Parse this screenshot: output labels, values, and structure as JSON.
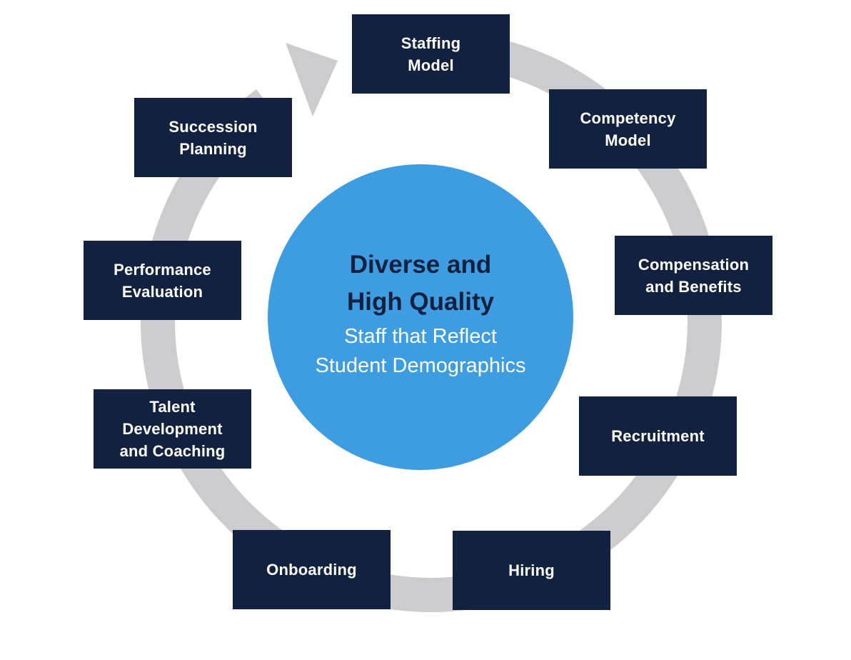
{
  "diagram": {
    "center": {
      "title": "Diverse and\nHigh Quality",
      "subtitle": "Staff that Reflect\nStudent Demographics"
    },
    "steps": [
      {
        "id": "staffing",
        "label": "Staffing\nModel"
      },
      {
        "id": "competency",
        "label": "Competency\nModel"
      },
      {
        "id": "compensation",
        "label": "Compensation\nand Benefits"
      },
      {
        "id": "recruitment",
        "label": "Recruitment"
      },
      {
        "id": "hiring",
        "label": "Hiring"
      },
      {
        "id": "onboarding",
        "label": "Onboarding"
      },
      {
        "id": "talent",
        "label": "Talent\nDevelopment\nand Coaching"
      },
      {
        "id": "performance",
        "label": "Performance\nEvaluation"
      },
      {
        "id": "succession",
        "label": "Succession\nPlanning"
      }
    ],
    "colors": {
      "box": "#12213f",
      "box_text": "#ffffff",
      "circle": "#3d9de0",
      "title_text": "#12213f",
      "subtitle_text": "#ffffff",
      "ring": "#cccccf"
    },
    "cycle_direction": "clockwise"
  }
}
